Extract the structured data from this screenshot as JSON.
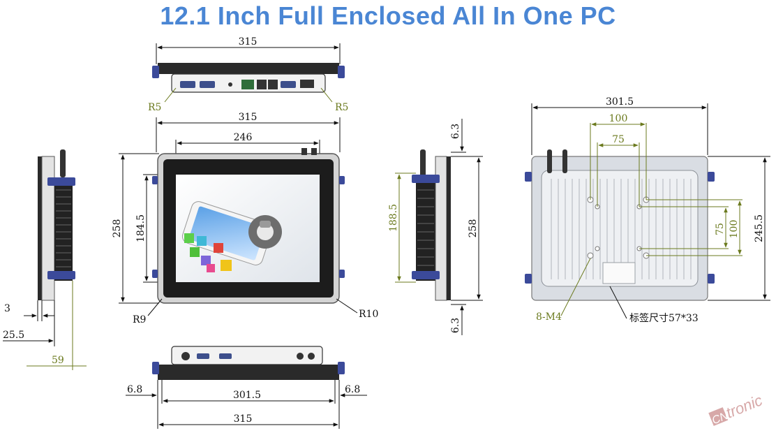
{
  "title": "12.1 Inch Full Enclosed All In One PC",
  "colors": {
    "title": "#4a86d4",
    "dimension_black": "#111111",
    "dimension_olive": "#6b7a1e",
    "panel_bezel": "#1c1c1c",
    "frame_silver": "#c9c9c9",
    "back_plate": "#d9dde3",
    "mount_blue": "#3b4a9a",
    "watermark": "#d7a8a8"
  },
  "top_view": {
    "width_label": "315",
    "radius_left": "R5",
    "radius_right": "R5"
  },
  "front_view": {
    "overall_width": "315",
    "display_width": "246",
    "overall_height": "258",
    "display_height": "184.5",
    "corner_radius_left": "R9",
    "corner_radius_right": "R10"
  },
  "left_side_view": {
    "front_depth": "3",
    "panel_depth": "25.5",
    "total_depth": "59"
  },
  "right_side_view": {
    "top_offset": "6.3",
    "bottom_offset": "6.3",
    "bracket_height": "188.5",
    "overall_height": "258"
  },
  "bottom_view": {
    "left_margin": "6.8",
    "right_margin": "6.8",
    "inner_width": "301.5",
    "overall_width": "315"
  },
  "back_view": {
    "overall_width": "301.5",
    "vesa_outer_width": "100",
    "vesa_inner_width": "75",
    "vesa_inner_height": "75",
    "vesa_outer_height": "100",
    "overall_height": "245.5",
    "screw_label": "8-M4",
    "label_size": "标签尺寸57*33"
  },
  "watermark": {
    "brand_prefix": "CN",
    "brand_suffix": "tronic"
  }
}
